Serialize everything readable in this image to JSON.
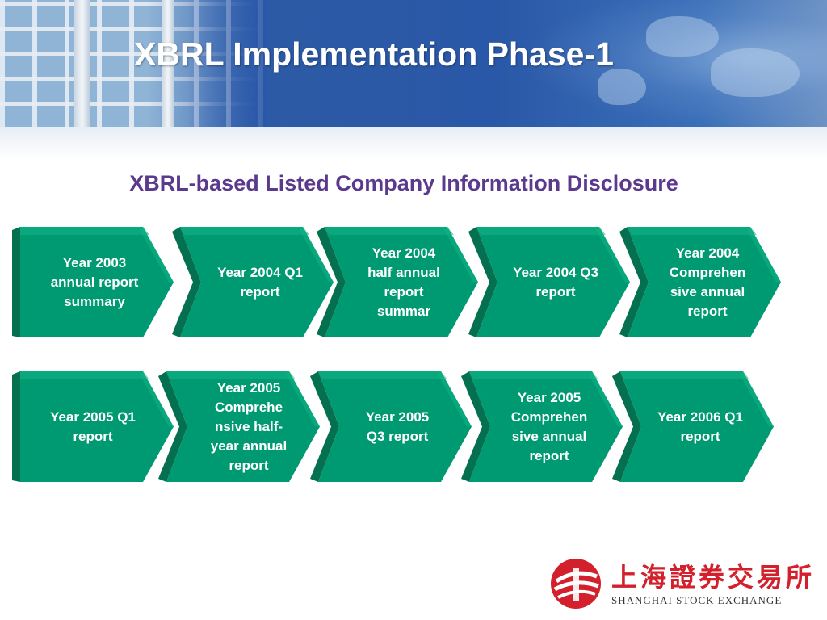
{
  "slide": {
    "title": "XBRL Implementation Phase-1",
    "subtitle": "XBRL-based Listed Company Information Disclosure"
  },
  "process_rows": [
    {
      "items": [
        {
          "label": "Year 2003 annual report summary"
        },
        {
          "label": "Year 2004 Q1 report"
        },
        {
          "label": "Year 2004 half annual report summar"
        },
        {
          "label": "Year 2004 Q3 report"
        },
        {
          "label": "Year 2004 Comprehen sive annual report"
        }
      ]
    },
    {
      "items": [
        {
          "label": "Year 2005 Q1 report"
        },
        {
          "label": "Year 2005 Comprehe nsive half-year annual report"
        },
        {
          "label": "Year 2005 Q3 report"
        },
        {
          "label": "Year 2005 Comprehen sive annual report"
        },
        {
          "label": "Year 2006 Q1 report"
        }
      ]
    }
  ],
  "logo": {
    "chinese_name": "上海證券交易所",
    "english_name": "SHANGHAI STOCK EXCHANGE"
  },
  "colors": {
    "chevron_face": "#009a72",
    "chevron_dark": "#05704f",
    "chevron_top": "#12b486",
    "title_text": "#ffffff",
    "subtitle_text": "#5b3a8e",
    "logo_red": "#d2202c"
  }
}
